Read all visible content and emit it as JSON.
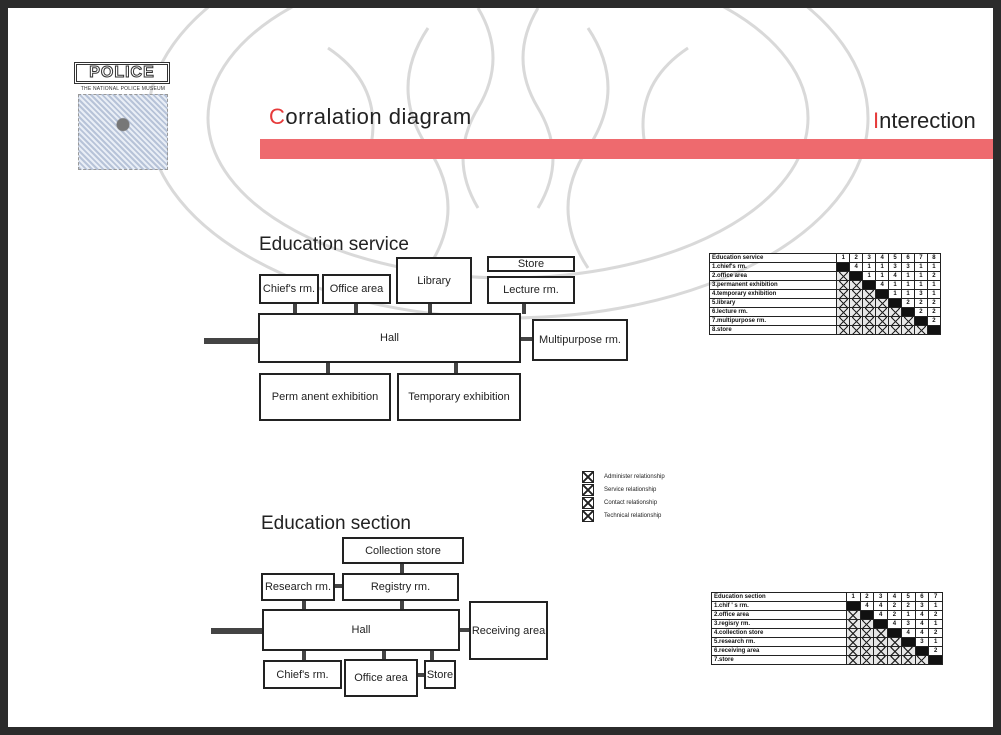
{
  "logo": {
    "badge": "POLICE",
    "museum": "THE NATIONAL POLICE MUSEUM"
  },
  "header": {
    "title_cap": "C",
    "title_rest": "orralation  diagram",
    "right_cap": "I",
    "right_rest": "nterection"
  },
  "education_service": {
    "title": "Education service",
    "rooms": {
      "chief": "Chief's rm.",
      "office": "Office area",
      "library": "Library",
      "store": "Store",
      "lecture": "Lecture rm.",
      "hall": "Hall",
      "multipurpose": "Multipurpose rm.",
      "permanent": "Perm anent  exhibition",
      "temporary": "Temporary  exhibition"
    },
    "table": {
      "header": "Education service",
      "cols": [
        "1",
        "2",
        "3",
        "4",
        "5",
        "6",
        "7",
        "8"
      ],
      "rows": [
        {
          "label": "1.chief's rm.",
          "cells": [
            "d",
            "4",
            "1",
            "1",
            "3",
            "3",
            "1",
            "1"
          ]
        },
        {
          "label": "2.office area",
          "cells": [
            "x",
            "d",
            "1",
            "1",
            "4",
            "1",
            "1",
            "2"
          ]
        },
        {
          "label": "3.permanent exhibition",
          "cells": [
            "x",
            "x",
            "d",
            "4",
            "1",
            "1",
            "1",
            "1"
          ]
        },
        {
          "label": "4.temporary exhibition",
          "cells": [
            "x",
            "x",
            "x",
            "d",
            "1",
            "1",
            "3",
            "1"
          ]
        },
        {
          "label": "5.library",
          "cells": [
            "x",
            "x",
            "x",
            "x",
            "d",
            "2",
            "2",
            "2"
          ]
        },
        {
          "label": "6.lecture rm.",
          "cells": [
            "x",
            "x",
            "x",
            "x",
            "x",
            "d",
            "2",
            "2"
          ]
        },
        {
          "label": "7.multipurpose rm.",
          "cells": [
            "x",
            "x",
            "x",
            "x",
            "x",
            "x",
            "d",
            "2"
          ]
        },
        {
          "label": "8.store",
          "cells": [
            "x",
            "x",
            "x",
            "x",
            "x",
            "x",
            "x",
            "d"
          ]
        }
      ]
    }
  },
  "legend": [
    "Administer relationship",
    "Service relationship",
    "Contact relationship",
    "Technical relationship"
  ],
  "education_section": {
    "title": "Education section",
    "rooms": {
      "collection": "Collection store",
      "research": "Research rm.",
      "registry": "Registry rm.",
      "hall": "Hall",
      "receiving": "Receiving area",
      "chief": "Chief's rm.",
      "office": "Office area",
      "store": "Store"
    },
    "table": {
      "header": "Education section",
      "cols": [
        "1",
        "2",
        "3",
        "4",
        "5",
        "6",
        "7"
      ],
      "rows": [
        {
          "label": "1.chif ' s rm.",
          "cells": [
            "d",
            "4",
            "4",
            "2",
            "2",
            "3",
            "1"
          ]
        },
        {
          "label": "2.office area",
          "cells": [
            "x",
            "d",
            "4",
            "2",
            "1",
            "4",
            "2"
          ]
        },
        {
          "label": "3.regisry rm.",
          "cells": [
            "x",
            "x",
            "d",
            "4",
            "3",
            "4",
            "1"
          ]
        },
        {
          "label": "4.collection store",
          "cells": [
            "x",
            "x",
            "x",
            "d",
            "4",
            "4",
            "2"
          ]
        },
        {
          "label": "5.research rm.",
          "cells": [
            "x",
            "x",
            "x",
            "x",
            "d",
            "3",
            "1"
          ]
        },
        {
          "label": "6.receiving area",
          "cells": [
            "x",
            "x",
            "x",
            "x",
            "x",
            "d",
            "2"
          ]
        },
        {
          "label": "7.store",
          "cells": [
            "x",
            "x",
            "x",
            "x",
            "x",
            "x",
            "d"
          ]
        }
      ]
    }
  }
}
